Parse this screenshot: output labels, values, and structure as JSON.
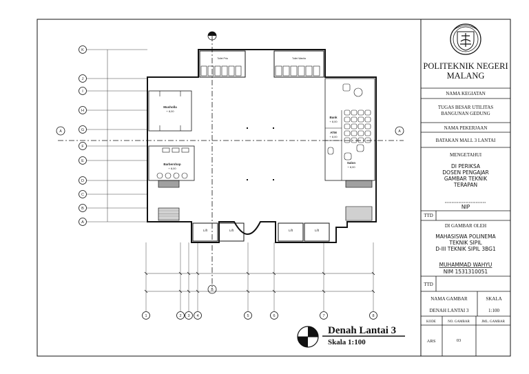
{
  "institution": {
    "name_line1": "POLITEKNIK NEGERI",
    "name_line2": "MALANG"
  },
  "title_block": {
    "kegiatan_header": "NAMA KEGIATAN",
    "kegiatan_line1": "TUGAS BESAR UTILITAS",
    "kegiatan_line2": "BANGUNAN GEDUNG",
    "pekerjaan_header": "NAMA PEKERJAAN",
    "pekerjaan_value": "BATAKAN MALL 3 LANTAI",
    "mengetahui_header": "MENGETAHUI",
    "diperiksa_line1": "DI PERIKSA",
    "diperiksa_line2": "DOSEN PENGAJAR",
    "diperiksa_line3": "GAMBAR TEKNIK",
    "diperiksa_line4": "TERAPAN",
    "nip_label": "NIP",
    "ttd_label_1": "TTD",
    "digambar_header": "DI GAMBAR OLEH",
    "digambar_line1": "MAHASISWA POLINEMA",
    "digambar_line2": "TEKNIK SIPIL",
    "digambar_line3": "D-III TEKNIK SIPIL 3BG1",
    "student_name": "MUHAMMAD WAHYU",
    "student_nim": "NIM 1531310051",
    "ttd_label_2": "TTD",
    "nama_gambar_header": "NAMA GAMBAR",
    "skala_header": "SKALA",
    "nama_gambar_value": "DENAH LANTAI 3",
    "skala_value": "1:100",
    "kode_header": "KODE",
    "no_gambar_header": "NO. GAMBAR",
    "jml_gambar_header": "JML. GAMBAR",
    "kode_value": "ARS",
    "no_gambar_value": "03"
  },
  "drawing": {
    "title": "Denah Lantai 3",
    "scale": "Skala 1:100",
    "grid_rows": [
      "K",
      "J",
      "I",
      "H",
      "G",
      "F",
      "E",
      "D",
      "C",
      "B",
      "A"
    ],
    "grid_cols": [
      "1",
      "2",
      "3",
      "4",
      "5",
      "6",
      "7",
      "8"
    ],
    "section_marks": [
      "B",
      "B",
      "A",
      "A"
    ],
    "rooms": {
      "musholla": "Musholla",
      "musholla_level": "+ 8,00",
      "barbershop": "Barbershop",
      "barbershop_level": "+ 8,00",
      "bank": "Bank",
      "bank_level": "+ 8,00",
      "atm": "ATM",
      "atm_level": "+ 8,00",
      "salon": "Salon",
      "salon_level": "+ 8,00",
      "toilet_left": "Toilet Pria",
      "toilet_right": "Toilet Wanita",
      "lift": "Lift"
    }
  }
}
